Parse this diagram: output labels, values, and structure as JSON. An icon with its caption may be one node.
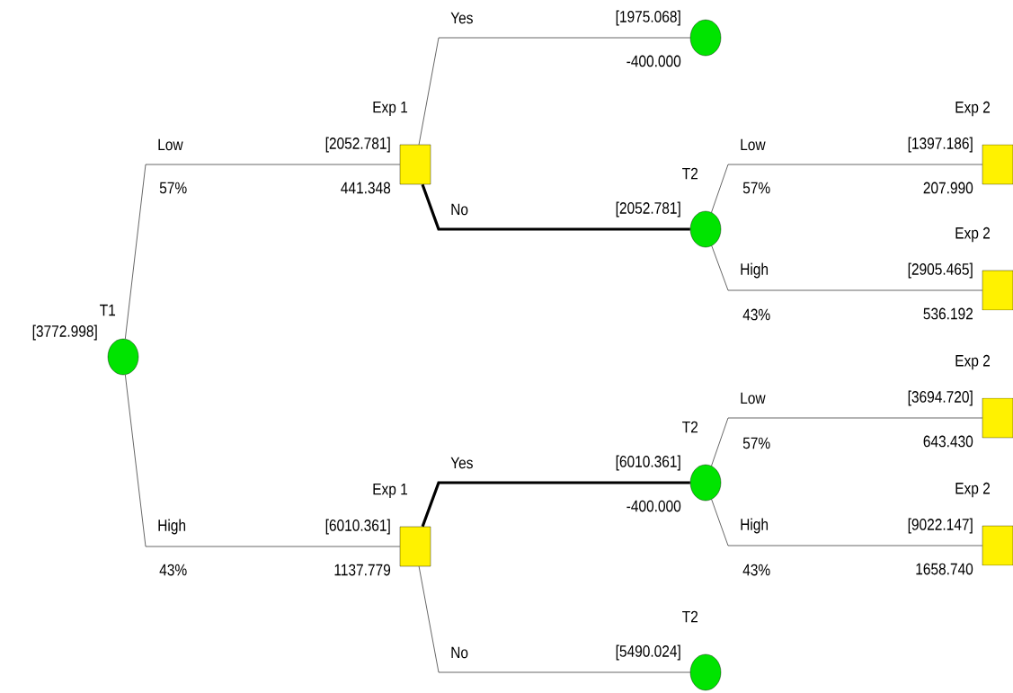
{
  "diagram": {
    "nodes": [
      {
        "text": [
          "T1",
          "[3772.998]"
        ]
      },
      {
        "text": [
          "Exp 1",
          "[2052.781]",
          "441.348"
        ]
      },
      {
        "text": [
          "[1975.068]",
          "-400.000"
        ]
      },
      {
        "text": [
          "T2",
          "[2052.781]"
        ]
      },
      {
        "text": [
          "Exp 2",
          "[1397.186]",
          "207.990"
        ]
      },
      {
        "text": [
          "Exp 2",
          "[2905.465]",
          "536.192"
        ]
      },
      {
        "text": [
          "Exp 1",
          "[6010.361]",
          "1137.779"
        ]
      },
      {
        "text": [
          "T2",
          "[6010.361]",
          "-400.000"
        ]
      },
      {
        "text": [
          "Exp 2",
          "[3694.720]",
          "643.430"
        ]
      },
      {
        "text": [
          "Exp 2",
          "[9022.147]",
          "1658.740"
        ]
      },
      {
        "text": [
          "T2",
          "[5490.024]"
        ]
      }
    ],
    "edges": [
      {
        "from": 0,
        "to": 1,
        "arrow": "none",
        "label": "Low"
      },
      {
        "from": 1,
        "to": 2,
        "arrow": "none",
        "label": "Yes"
      },
      {
        "from": 1,
        "to": 3,
        "arrow": "none",
        "label": "No",
        "style": "thick"
      },
      {
        "from": 3,
        "to": 4,
        "arrow": "none",
        "label": "Low"
      },
      {
        "from": 3,
        "to": 5,
        "arrow": "none",
        "label": "High"
      },
      {
        "from": 0,
        "to": 6,
        "arrow": "none",
        "label": "High"
      },
      {
        "from": 6,
        "to": 7,
        "arrow": "none",
        "label": "Yes",
        "style": "thick"
      },
      {
        "from": 7,
        "to": 8,
        "arrow": "none",
        "label": "Low"
      },
      {
        "from": 7,
        "to": 9,
        "arrow": "none",
        "label": "High"
      },
      {
        "from": 6,
        "to": 10,
        "arrow": "none",
        "label": "No"
      }
    ],
    "labels": [
      "57%",
      "57%",
      "43%",
      "57%",
      "43%",
      "43%"
    ]
  }
}
